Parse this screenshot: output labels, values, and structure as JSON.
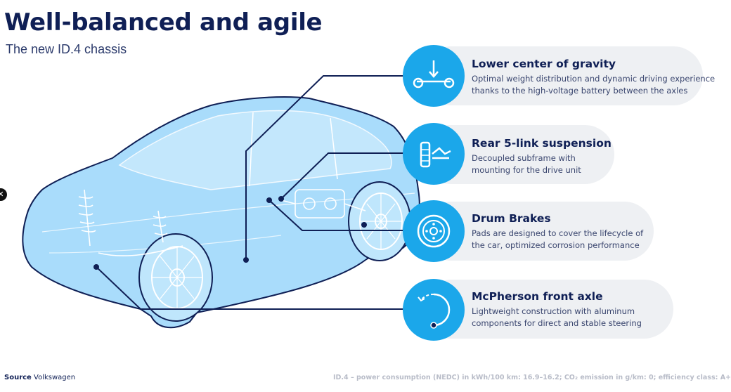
{
  "header": {
    "title": "Well-balanced and agile",
    "subtitle": "The new ID.4 chassis"
  },
  "features": [
    {
      "title": "Lower center of gravity",
      "description": "Optimal weight distribution and dynamic driving experience\nthanks to the high-voltage battery between the axles",
      "icon": "weight-arrow-axle-icon"
    },
    {
      "title": "Rear 5-link suspension",
      "description": "Decoupled subframe with\nmounting for the drive unit",
      "icon": "wheel-suspension-icon"
    },
    {
      "title": "Drum Brakes",
      "description": "Pads are designed to cover the lifecycle of\nthe car, optimized corrosion performance",
      "icon": "drum-brake-icon"
    },
    {
      "title": "McPherson front axle",
      "description": "Lightweight construction with aluminum\ncomponents for direct and stable steering",
      "icon": "steering-arc-icon"
    }
  ],
  "footer": {
    "source_label": "Source",
    "source_value": "Volkswagen",
    "footnote": "ID.4 – power consumption (NEDC) in kWh/100 km: 16.9–16.2; CO₂ emission in g/km: 0; efficiency class: A+"
  },
  "colors": {
    "navy": "#0f1f55",
    "accent_blue": "#1ba7ea",
    "car_fill": "#a9dcfb",
    "pill_bg": "#eef0f3"
  }
}
